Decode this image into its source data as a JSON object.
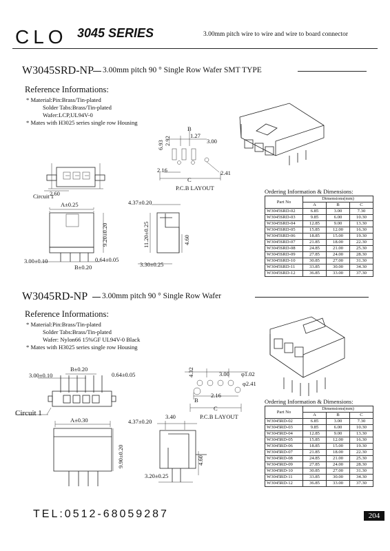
{
  "header": {
    "brand": "CLO",
    "series": "3045 SERIES",
    "tagline": "3.00mm pitch wire to wire and wire to board connector"
  },
  "sections": [
    {
      "part_title": "W3045SRD-NP",
      "subtitle": "3.00mm pitch 90 ° Single Row Wafer  SMT TYPE",
      "ref_heading": "Reference Informations:",
      "specs": [
        "* Material:Pin:Brass/Tin-plated",
        "Solder Tabs:Brass/Tin-plated",
        "Wafer:LCP,UL94V-0",
        "* Mates with H3025 series single row Housing"
      ],
      "circuit_label": "Circuit 1",
      "dims": {
        "d_260": "2.60",
        "d_a025": "A±0.25",
        "d_300_010": "3.00±0.10",
        "d_064_005": "0.64±0.05",
        "d_b020": "B±0.20",
        "d_920_020": "9.20±0.20",
        "d_437_020": "4.37±0.20",
        "d_1120_025": "11.20±0.25",
        "d_460": "4.60",
        "d_330_025": "3.30±0.25",
        "d_b": "B",
        "d_127": "1.27",
        "d_300": "3.00",
        "d_693": "6.93",
        "d_292": "2.92",
        "d_216": "2.16",
        "d_241": "2.41",
        "d_c": "C"
      },
      "pcb_caption": "P.C.B LAYOUT",
      "ordering_caption": "Ordering Information & Dimensions:",
      "table_headers": {
        "part": "Part No",
        "dims": "Dimensions(mm)",
        "a": "A",
        "b": "B",
        "c": "C"
      },
      "rows": [
        [
          "W3045SRD-02",
          "6.85",
          "3.00",
          "7.30"
        ],
        [
          "W3045SRD-03",
          "9.85",
          "6.00",
          "10.30"
        ],
        [
          "W3045SRD-04",
          "12.85",
          "9.00",
          "13.30"
        ],
        [
          "W3045SRD-05",
          "15.85",
          "12.00",
          "16.30"
        ],
        [
          "W3045SRD-06",
          "18.85",
          "15.00",
          "19.30"
        ],
        [
          "W3045SRD-07",
          "21.85",
          "18.00",
          "22.30"
        ],
        [
          "W3045SRD-08",
          "24.85",
          "21.00",
          "25.30"
        ],
        [
          "W3045SRD-09",
          "27.85",
          "24.00",
          "28.30"
        ],
        [
          "W3045SRD-10",
          "30.85",
          "27.00",
          "31.30"
        ],
        [
          "W3045SRD-11",
          "33.85",
          "30.00",
          "34.30"
        ],
        [
          "W3045SRD-12",
          "36.85",
          "33.00",
          "37.30"
        ]
      ]
    },
    {
      "part_title": "W3045RD-NP",
      "subtitle": "3.00mm pitch 90 ° Single Row Wafer",
      "ref_heading": "Reference Informations:",
      "specs": [
        "* Material:Pin:Brass/Tin-plated",
        "Solder Tabs:Brass/Tin-plated",
        "Wafer: Nylon66 15%GF UL94V-0 Black",
        "* Mates with H3025 series single row Housing"
      ],
      "circuit_label": "Circuit 1",
      "dims": {
        "d_300_010": "3.00±0.10",
        "d_b020": "B±0.20",
        "d_064_005": "0.64±0.05",
        "d_a030": "A±0.30",
        "d_990_020": "9.90±0.20",
        "d_437_020": "4.37±0.20",
        "d_340": "3.40",
        "d_460": "4.60",
        "d_320_025": "3.20±0.25",
        "d_432": "4.32",
        "d_300": "3.00",
        "d_102": "φ1.02",
        "d_241": "φ2.41",
        "d_216": "2.16",
        "d_b": "B",
        "d_c": "C"
      },
      "pcb_caption": "P.C.B LAYOUT",
      "ordering_caption": "Ordering Information & Dimensions:",
      "table_headers": {
        "part": "Part No",
        "dims": "Dimensions(mm)",
        "a": "A",
        "b": "B",
        "c": "C"
      },
      "rows": [
        [
          "W3045RD-02",
          "6.85",
          "3.00",
          "7.30"
        ],
        [
          "W3045RD-03",
          "9.85",
          "6.00",
          "10.30"
        ],
        [
          "W3045RD-04",
          "12.85",
          "9.00",
          "13.30"
        ],
        [
          "W3045RD-05",
          "15.85",
          "12.00",
          "16.30"
        ],
        [
          "W3045RD-06",
          "18.85",
          "15.00",
          "19.30"
        ],
        [
          "W3045RD-07",
          "21.85",
          "18.00",
          "22.30"
        ],
        [
          "W3045RD-08",
          "24.85",
          "21.00",
          "25.30"
        ],
        [
          "W3045RD-09",
          "27.85",
          "24.00",
          "28.30"
        ],
        [
          "W3045RD-10",
          "30.85",
          "27.00",
          "31.30"
        ],
        [
          "W3045RD-11",
          "33.85",
          "30.00",
          "34.30"
        ],
        [
          "W3045RD-12",
          "36.85",
          "33.00",
          "37.30"
        ]
      ]
    }
  ],
  "footer": {
    "tel": "TEL:0512-68059287",
    "page": "204"
  }
}
